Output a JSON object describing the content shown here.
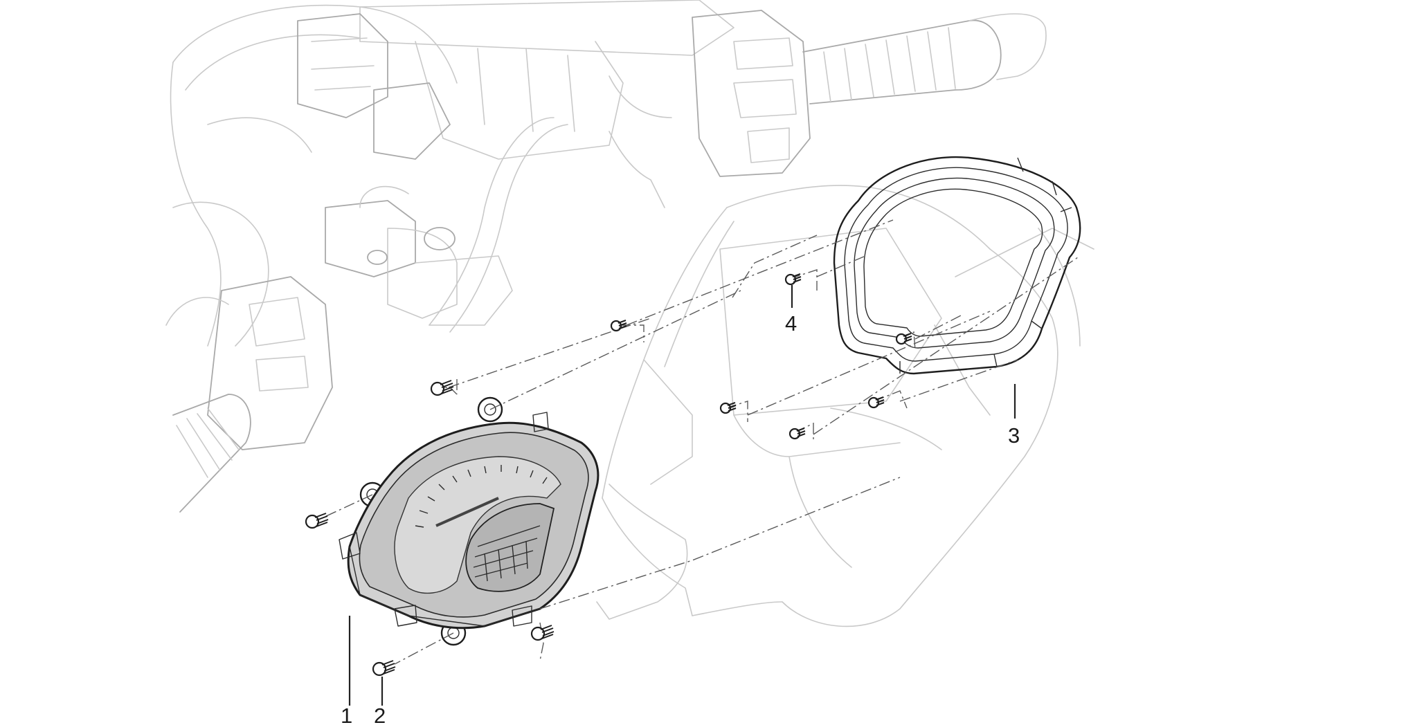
{
  "diagram": {
    "callouts": [
      {
        "id": "1",
        "label": "1"
      },
      {
        "id": "2",
        "label": "2"
      },
      {
        "id": "3",
        "label": "3"
      },
      {
        "id": "4",
        "label": "4"
      }
    ],
    "colors": {
      "part_stroke": "#1e1e1e",
      "ghost_stroke": "#c9c9c9",
      "dash_stroke": "#5a5a5a",
      "background": "#ffffff"
    },
    "icons": [
      "screw-icon"
    ]
  }
}
